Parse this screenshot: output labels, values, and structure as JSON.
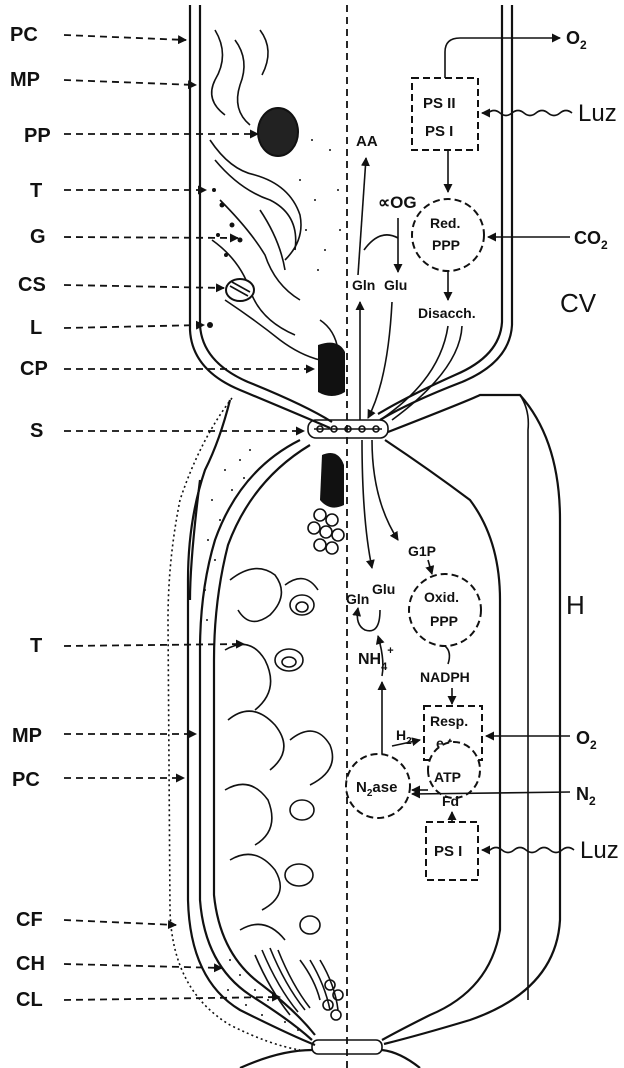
{
  "left_labels": [
    "PC",
    "MP",
    "PP",
    "T",
    "G",
    "CS",
    "L",
    "CP",
    "S",
    "T",
    "MP",
    "PC",
    "CF",
    "CH",
    "CL"
  ],
  "compartments": {
    "vegetative": "CV",
    "heterocyst": "H"
  },
  "vegetative": {
    "o2": "O",
    "o2_sub": "2",
    "light": "Luz",
    "co2": "CO",
    "co2_sub": "2",
    "ps2": "PS II",
    "ps1": "PS I",
    "red_ppp_1": "Red.",
    "red_ppp_2": "PPP",
    "aa": "AA",
    "aog": "∝OG",
    "gln": "Gln",
    "glu": "Glu",
    "disacch": "Disacch."
  },
  "heterocyst": {
    "g1p": "G1P",
    "oxid_ppp_1": "Oxid.",
    "oxid_ppp_2": "PPP",
    "gln": "Gln",
    "glu": "Glu",
    "nh4": "NH",
    "nh4_sub": "4",
    "nh4_sup": "+",
    "nadph": "NADPH",
    "resp_1": "Resp.",
    "resp_2": "e.t.",
    "h2": "H",
    "h2_sub": "2",
    "o2": "O",
    "o2_sub": "2",
    "n2ase_pre": "N",
    "n2ase_sub": "2",
    "n2ase_post": "ase",
    "atp": "ATP",
    "fd": "Fd",
    "n2": "N",
    "n2_sub": "2",
    "ps1": "PS I",
    "light": "Luz"
  }
}
